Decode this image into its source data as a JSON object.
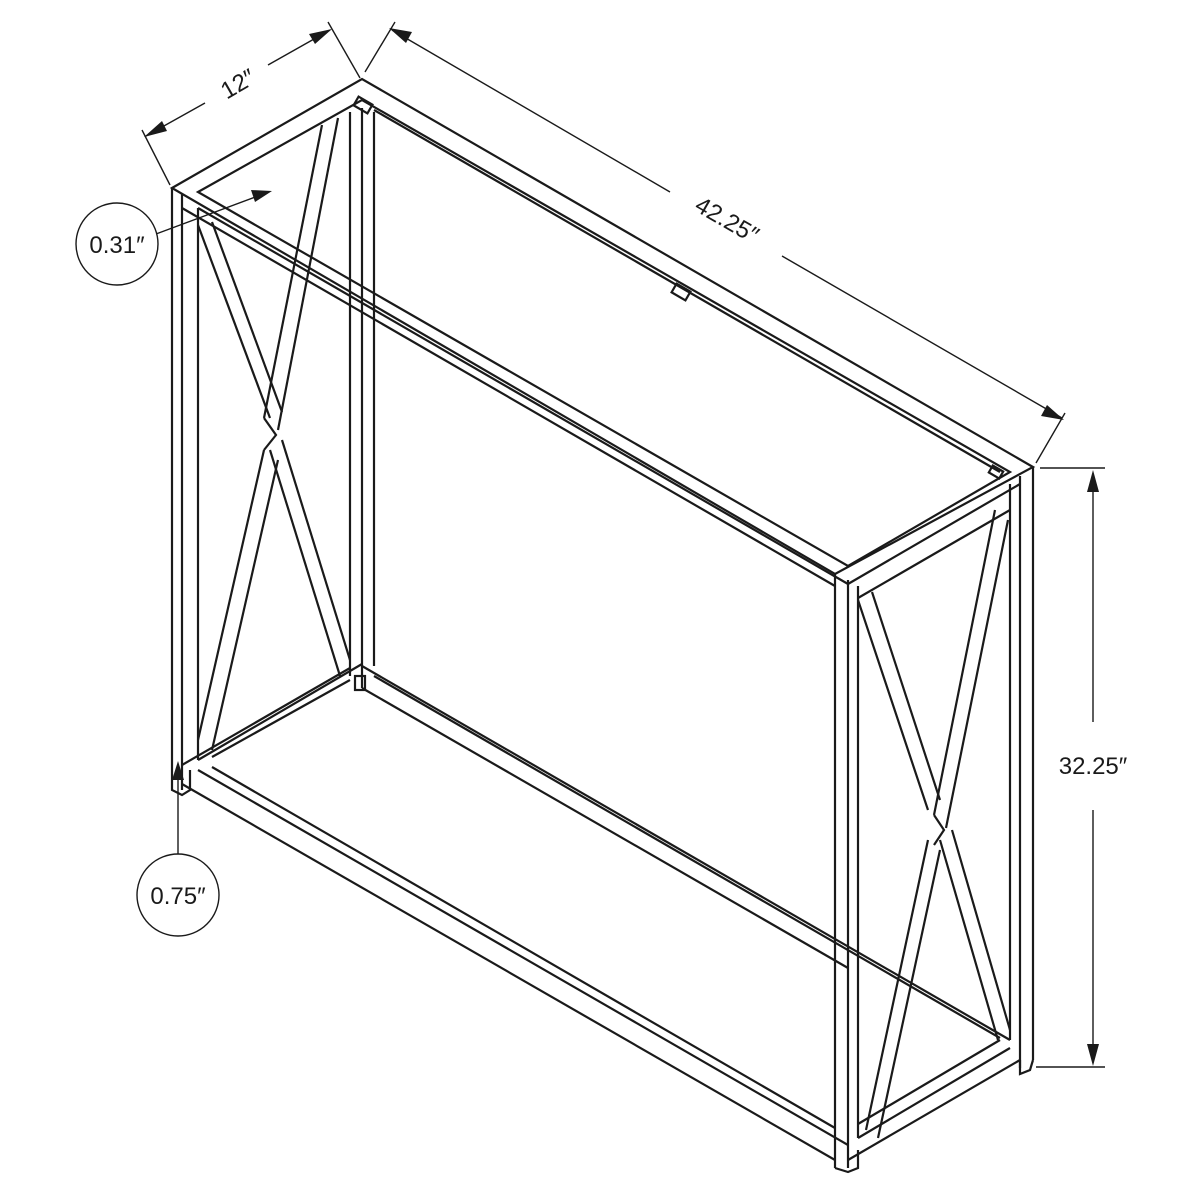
{
  "dimensions": {
    "depth": "12″",
    "width": "42.25″",
    "height": "32.25″",
    "tube_thickness": "0.31″",
    "foot_height": "0.75″"
  },
  "colors": {
    "line": "#1a1a1a",
    "background": "#ffffff"
  }
}
